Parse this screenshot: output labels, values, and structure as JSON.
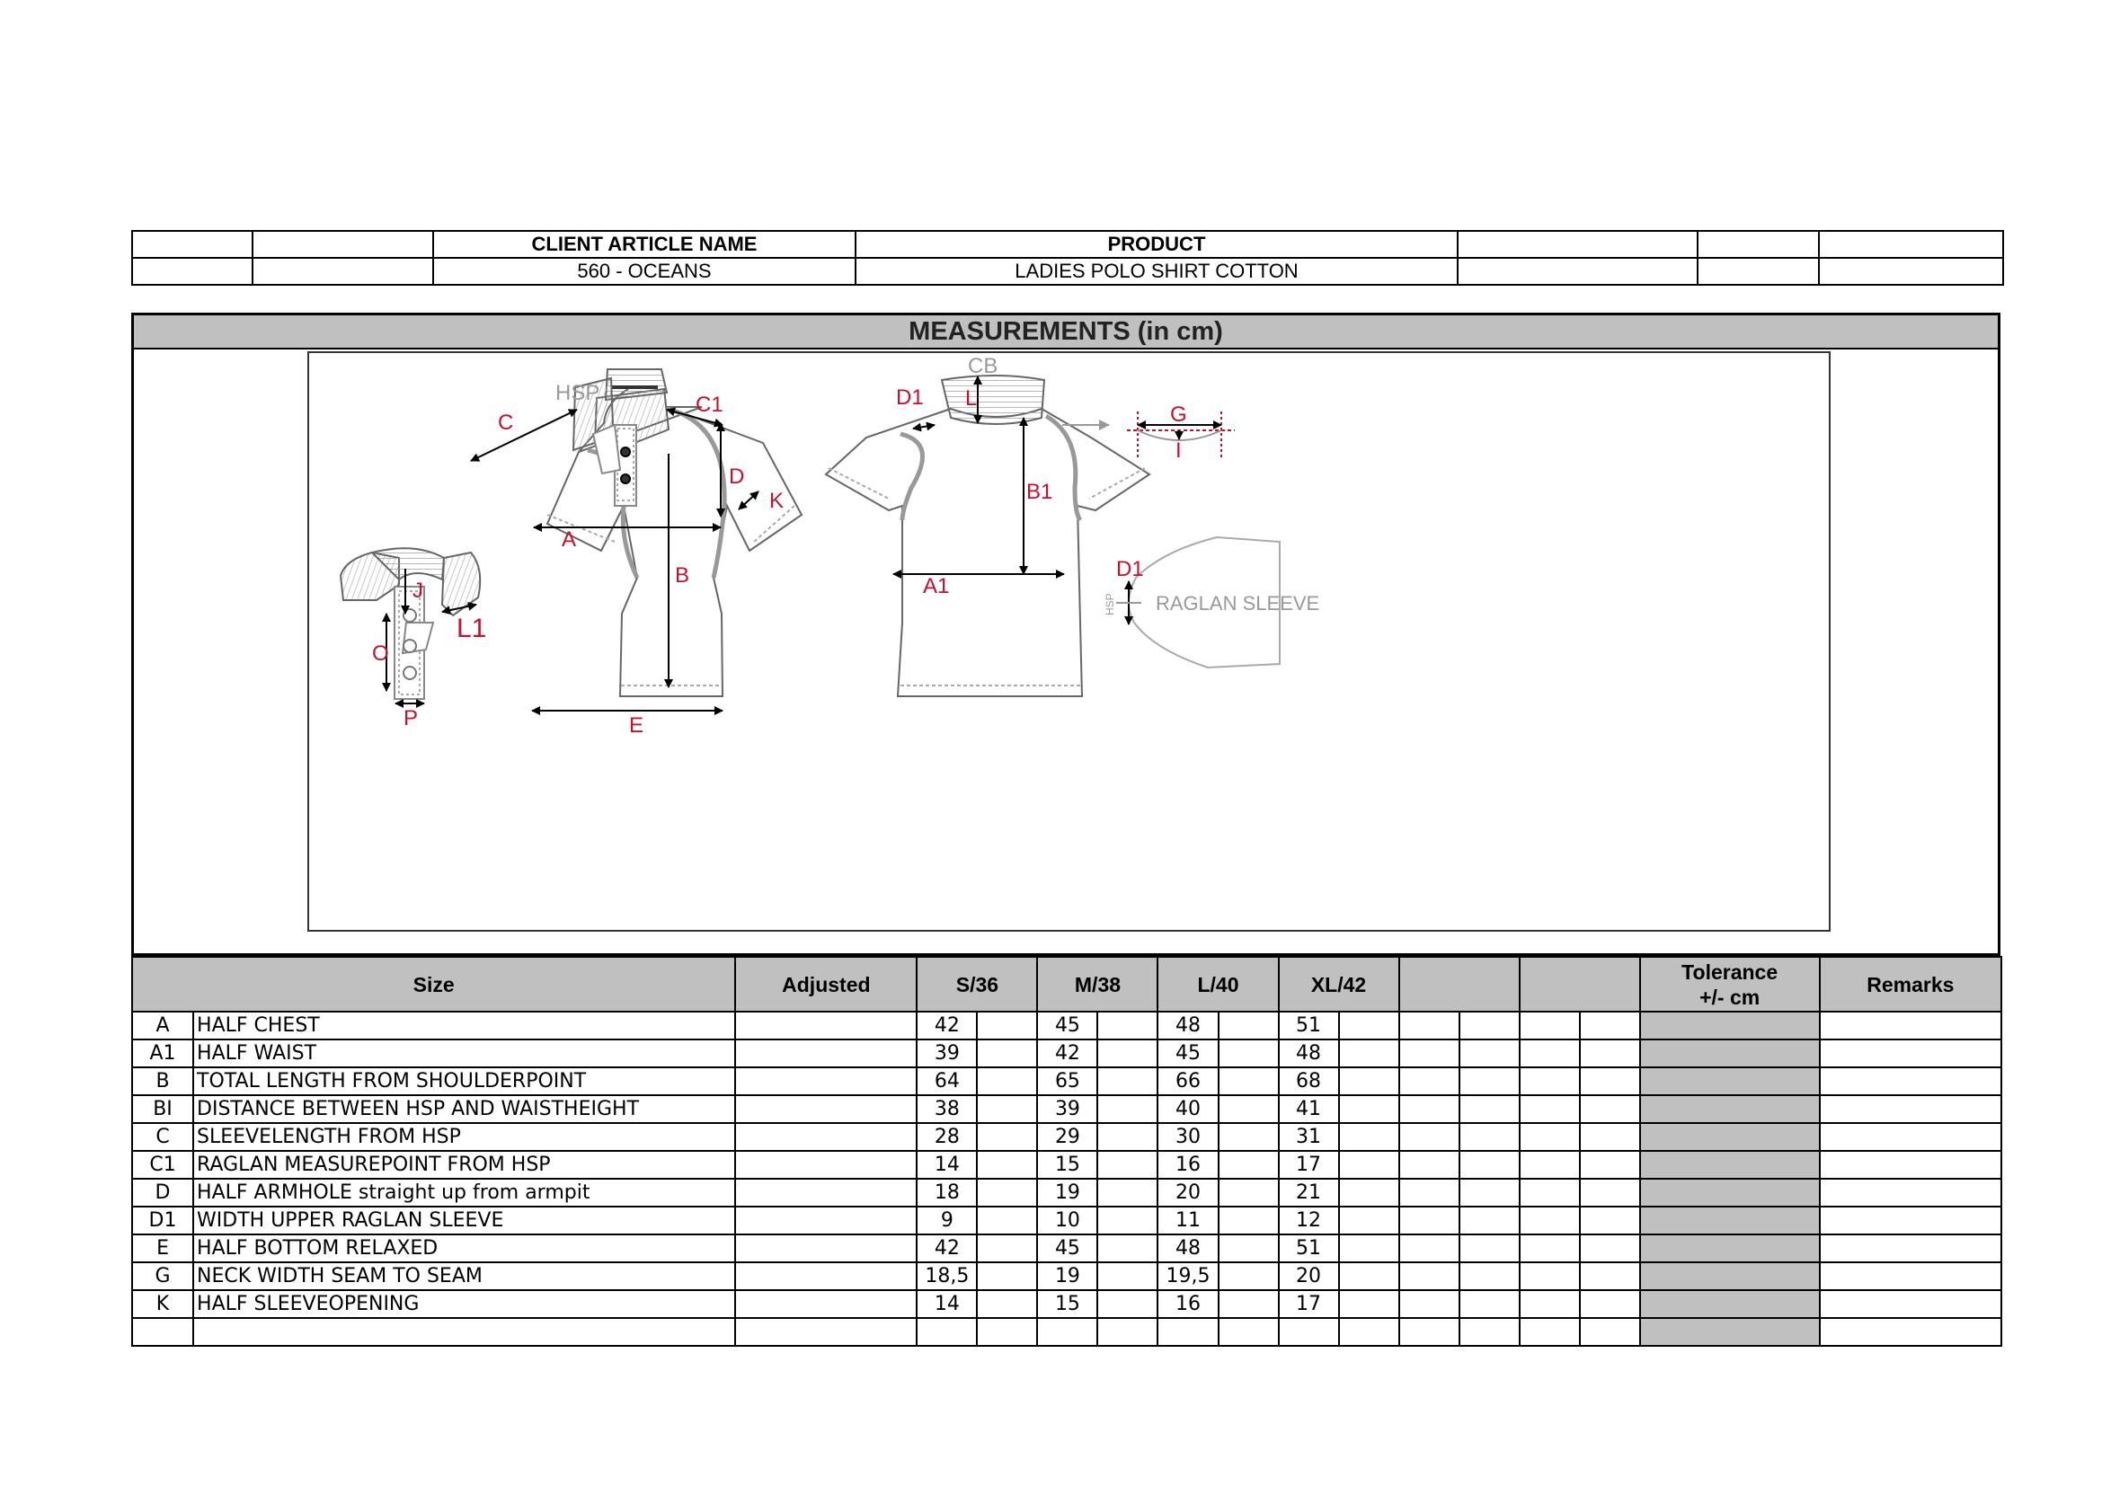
{
  "header": {
    "row1": [
      "",
      "",
      "CLIENT ARTICLE NAME",
      "PRODUCT",
      "",
      "",
      ""
    ],
    "row2": [
      "",
      "",
      "560 - OCEANS",
      "LADIES POLO SHIRT COTTON",
      "",
      "",
      ""
    ]
  },
  "measurements_title": "MEASUREMENTS (in cm)",
  "sketch_labels": {
    "hsp": "HSP",
    "c": "C",
    "c1": "C1",
    "d": "D",
    "k": "K",
    "a": "A",
    "b": "B",
    "e": "E",
    "j": "J",
    "l1": "L1",
    "o": "O",
    "p": "P",
    "cb": "CB",
    "d1": "D1",
    "l": "L",
    "b1": "B1",
    "a1": "A1",
    "g": "G",
    "i": "I",
    "d1_sleeve": "D1",
    "hsp_sleeve": "HSP",
    "raglan_sleeve": "RAGLAN SLEEVE"
  },
  "table": {
    "columns": [
      "Size",
      "Adjusted",
      "S/36",
      "M/38",
      "L/40",
      "XL/42",
      "",
      "",
      "Tolerance +/- cm",
      "Remarks"
    ],
    "tolerance_line1": "Tolerance",
    "tolerance_line2": "+/- cm",
    "rows": [
      {
        "code": "A",
        "desc": "HALF CHEST",
        "adjusted": "",
        "s": "42",
        "m": "45",
        "l": "48",
        "xl": "51"
      },
      {
        "code": "A1",
        "desc": "HALF WAIST",
        "adjusted": "",
        "s": "39",
        "m": "42",
        "l": "45",
        "xl": "48"
      },
      {
        "code": "B",
        "desc": "TOTAL LENGTH  FROM SHOULDERPOINT",
        "adjusted": "",
        "s": "64",
        "m": "65",
        "l": "66",
        "xl": "68"
      },
      {
        "code": "BI",
        "desc": "DISTANCE BETWEEN HSP AND WAISTHEIGHT",
        "adjusted": "",
        "s": "38",
        "m": "39",
        "l": "40",
        "xl": "41"
      },
      {
        "code": "C",
        "desc": "SLEEVELENGTH FROM HSP",
        "adjusted": "",
        "s": "28",
        "m": "29",
        "l": "30",
        "xl": "31"
      },
      {
        "code": "C1",
        "desc": "RAGLAN MEASUREPOINT FROM HSP",
        "adjusted": "",
        "s": "14",
        "m": "15",
        "l": "16",
        "xl": "17"
      },
      {
        "code": "D",
        "desc": "HALF ARMHOLE  straight up from armpit",
        "adjusted": "",
        "s": "18",
        "m": "19",
        "l": "20",
        "xl": "21"
      },
      {
        "code": "D1",
        "desc": "WIDTH UPPER RAGLAN SLEEVE",
        "adjusted": "",
        "s": "9",
        "m": "10",
        "l": "11",
        "xl": "12"
      },
      {
        "code": "E",
        "desc": "HALF BOTTOM RELAXED",
        "adjusted": "",
        "s": "42",
        "m": "45",
        "l": "48",
        "xl": "51"
      },
      {
        "code": "G",
        "desc": "NECK WIDTH SEAM TO SEAM",
        "adjusted": "",
        "s": "18,5",
        "m": "19",
        "l": "19,5",
        "xl": "20"
      },
      {
        "code": "K",
        "desc": "HALF SLEEVEOPENING",
        "adjusted": "",
        "s": "14",
        "m": "15",
        "l": "16",
        "xl": "17"
      },
      {
        "code": "",
        "desc": "",
        "adjusted": "",
        "s": "",
        "m": "",
        "l": "",
        "xl": ""
      }
    ]
  },
  "colors": {
    "label_red": "#c8102e",
    "header_gray": "#c0c0c0",
    "sketch_line": "#555555",
    "seam_gray": "#999999"
  }
}
